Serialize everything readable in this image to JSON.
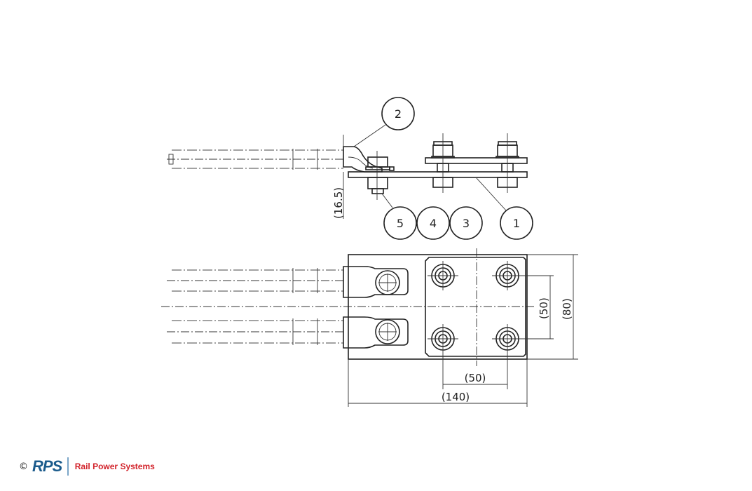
{
  "drawing": {
    "balloons": {
      "b1": "1",
      "b2": "2",
      "b3": "3",
      "b4": "4",
      "b5": "5"
    },
    "dimensions": {
      "side_height": "(16.5)",
      "bolt_spacing_vertical": "(50)",
      "plate_height": "(80)",
      "bolt_spacing_horizontal": "(50)",
      "plate_width": "(140)"
    }
  },
  "footer": {
    "copyright": "©",
    "logo_text": "RPS",
    "company": "Rail Power Systems"
  },
  "colors": {
    "brand_red": "#d2222a",
    "brand_blue": "#1b5b8c"
  }
}
